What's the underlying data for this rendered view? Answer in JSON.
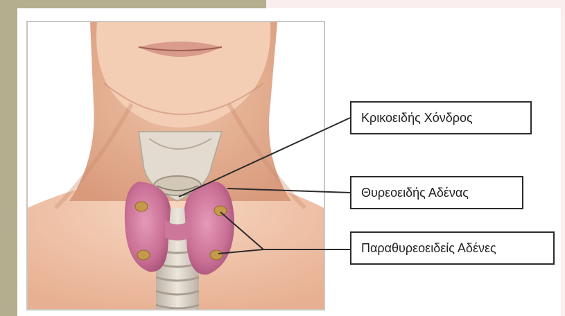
{
  "labels": [
    {
      "id": "cricoid-cartilage",
      "text": "Κρικοειδής Χόνδρος"
    },
    {
      "id": "thyroid-gland",
      "text": "Θυρεοειδής Αδένας"
    },
    {
      "id": "parathyroid-glands",
      "text": "Παραθυρεοειδείς Αδένες"
    }
  ],
  "colors": {
    "frame_band": "#b5ae8e",
    "skin": "#f0c2a4",
    "thyroid": "#d07aa0",
    "parathyroid": "#c49a4a",
    "cartilage": "#d8d2c8",
    "leader_line": "#2b2b2b"
  }
}
